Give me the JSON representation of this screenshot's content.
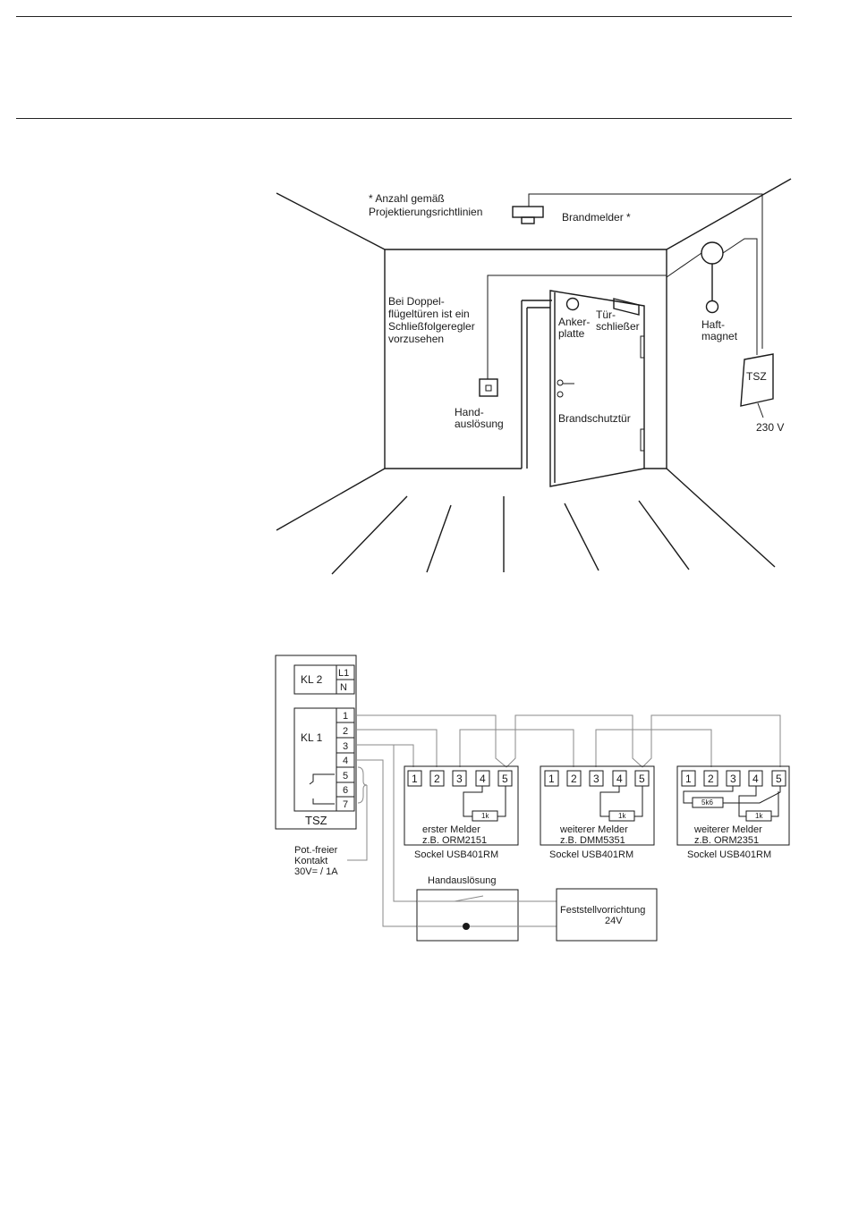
{
  "room": {
    "note_line1": "* Anzahl gemäß",
    "note_line2": "Projektierungsrichtlinien",
    "brandmelder": "Brandmelder *",
    "door_note": [
      "Bei Doppel-",
      "flügeltüren ist ein",
      "Schließfolgeregler",
      "vorzusehen"
    ],
    "ankerplatte": [
      "Anker-",
      "platte"
    ],
    "tuerschliesser": [
      "Tür-",
      "schließer"
    ],
    "haftmagnet": [
      "Haft-",
      "magnet"
    ],
    "tsz": "TSZ",
    "voltage": "230 V",
    "handausloesung": [
      "Hand-",
      "auslösung"
    ],
    "brandschutztuer": "Brandschutztür"
  },
  "wiring": {
    "kl2": "KL 2",
    "kl1": "KL 1",
    "l1": "L1",
    "n": "N",
    "terminals": [
      "1",
      "2",
      "3",
      "4",
      "5",
      "6",
      "7"
    ],
    "tsz": "TSZ",
    "contact": [
      "Pot.-freier",
      "Kontakt",
      "30V= / 1A"
    ],
    "melder_terminals": [
      "1",
      "2",
      "3",
      "4",
      "5"
    ],
    "resistor_1k": "1k",
    "resistor_5k6": "5k6",
    "melder1": [
      "erster Melder",
      "z.B. ORM2151"
    ],
    "melder2": [
      "weiterer Melder",
      "z.B. DMM5351"
    ],
    "melder3": [
      "weiterer Melder",
      "z.B. ORM2351"
    ],
    "sockel": "Sockel USB401RM",
    "handausloesung": "Handauslösung",
    "feststell": [
      "Feststellvorrichtung",
      "24V"
    ]
  }
}
